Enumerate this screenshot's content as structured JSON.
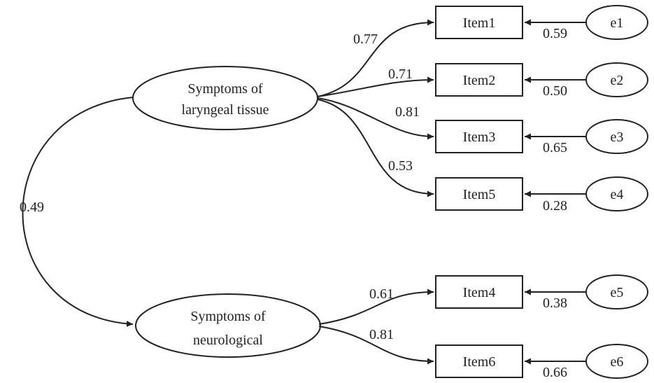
{
  "latents": [
    {
      "id": "laryngeal",
      "line1": "Symptoms of",
      "line2": "laryngeal tissue"
    },
    {
      "id": "neurological",
      "line1": "Symptoms of",
      "line2": "neurological"
    }
  ],
  "covariance": {
    "label": "0.49"
  },
  "items": [
    {
      "id": "item1",
      "label": "Item1",
      "loading": "0.77",
      "error": "e1",
      "error_coef": "0.59",
      "factor": "laryngeal"
    },
    {
      "id": "item2",
      "label": "Item2",
      "loading": "0.71",
      "error": "e2",
      "error_coef": "0.50",
      "factor": "laryngeal"
    },
    {
      "id": "item3",
      "label": "Item3",
      "loading": "0.81",
      "error": "e3",
      "error_coef": "0.65",
      "factor": "laryngeal"
    },
    {
      "id": "item5",
      "label": "Item5",
      "loading": "0.53",
      "error": "e4",
      "error_coef": "0.28",
      "factor": "laryngeal"
    },
    {
      "id": "item4",
      "label": "Item4",
      "loading": "0.61",
      "error": "e5",
      "error_coef": "0.38",
      "factor": "neurological"
    },
    {
      "id": "item6",
      "label": "Item6",
      "loading": "0.81",
      "error": "e6",
      "error_coef": "0.66",
      "factor": "neurological"
    }
  ],
  "colors": {
    "stroke": "#222222",
    "background": "#ffffff"
  }
}
